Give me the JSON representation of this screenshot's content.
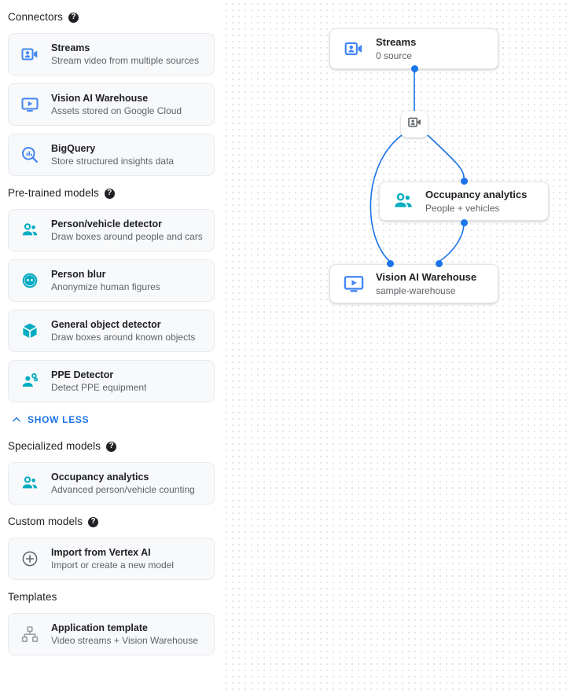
{
  "colors": {
    "connector_icon": "#4285f4",
    "model_icon": "#00acc1",
    "grey_icon": "#80868b",
    "link": "#1a73e8",
    "edge": "#1a73e8",
    "card_bg": "#f8f9fa"
  },
  "sidebar": {
    "sections": [
      {
        "title": "Connectors",
        "has_help": true,
        "help_glyph": "?",
        "items": [
          {
            "icon": "video-camera-icon",
            "title": "Streams",
            "subtitle": "Stream video from multiple sources"
          },
          {
            "icon": "monitor-play-icon",
            "title": "Vision AI Warehouse",
            "subtitle": "Assets stored on Google Cloud"
          },
          {
            "icon": "bigquery-search-icon",
            "title": "BigQuery",
            "subtitle": "Store structured insights data"
          }
        ]
      },
      {
        "title": "Pre-trained models",
        "has_help": true,
        "help_glyph": "?",
        "items": [
          {
            "icon": "people-group-icon",
            "title": "Person/vehicle detector",
            "subtitle": "Draw boxes around people and cars"
          },
          {
            "icon": "face-blur-icon",
            "title": "Person blur",
            "subtitle": "Anonymize human figures"
          },
          {
            "icon": "cube-icon",
            "title": "General object detector",
            "subtitle": "Draw boxes around known objects"
          },
          {
            "icon": "ppe-person-icon",
            "title": "PPE Detector",
            "subtitle": "Detect PPE equipment"
          }
        ],
        "footer_action": {
          "label": "SHOW LESS",
          "icon": "chevron-up-icon"
        }
      },
      {
        "title": "Specialized models",
        "has_help": true,
        "help_glyph": "?",
        "items": [
          {
            "icon": "people-group-icon",
            "title": "Occupancy analytics",
            "subtitle": "Advanced person/vehicle counting"
          }
        ]
      },
      {
        "title": "Custom models",
        "has_help": true,
        "help_glyph": "?",
        "items": [
          {
            "icon": "plus-circle-icon",
            "title": "Import from Vertex AI",
            "subtitle": "Import or create a new model"
          }
        ]
      },
      {
        "title": "Templates",
        "has_help": false,
        "help_glyph": "",
        "items": [
          {
            "icon": "hierarchy-icon",
            "title": "Application template",
            "subtitle": "Video streams + Vision Warehouse"
          }
        ]
      }
    ]
  },
  "canvas": {
    "nodes": [
      {
        "id": "streams",
        "icon": "video-camera-icon",
        "title": "Streams",
        "subtitle": "0 source"
      },
      {
        "id": "occupancy",
        "icon": "people-group-icon",
        "title": "Occupancy analytics",
        "subtitle": "People + vehicles"
      },
      {
        "id": "warehouse",
        "icon": "monitor-play-icon",
        "title": "Vision AI Warehouse",
        "subtitle": "sample-warehouse"
      }
    ],
    "badge": {
      "icon": "video-camera-icon"
    }
  }
}
